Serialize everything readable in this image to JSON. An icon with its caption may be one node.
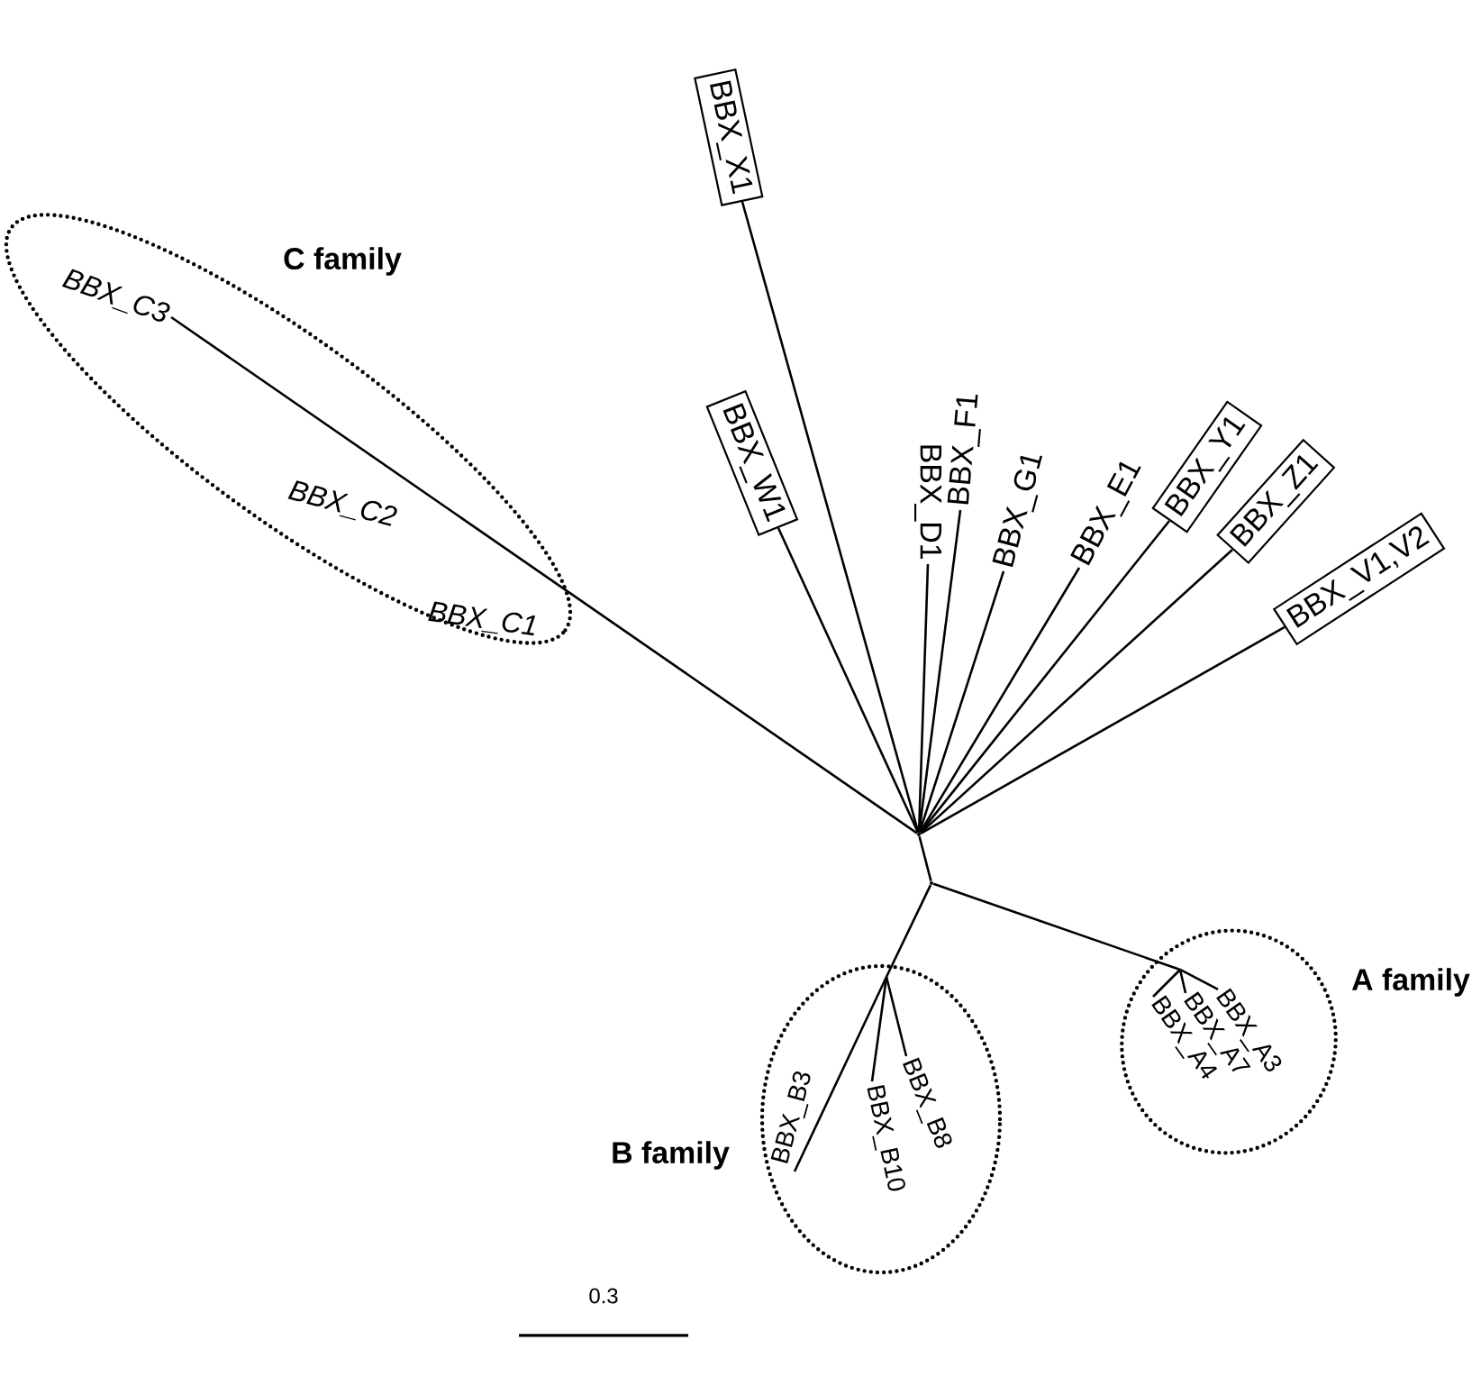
{
  "diagram": {
    "nodes": [
      {
        "text": [
          "C family"
        ]
      },
      {
        "text": [
          "BBX_C3"
        ],
        "in": 0
      },
      {
        "text": [
          "BBX_C2"
        ],
        "in": 0
      },
      {
        "text": [
          "BBX_C1"
        ],
        "in": 0
      },
      {
        "text": [
          "BBX_X1"
        ]
      },
      {
        "text": [
          "BBX_W1"
        ]
      },
      {
        "text": [
          "BBX_D1"
        ]
      },
      {
        "text": [
          "BBX_F1"
        ]
      },
      {
        "text": [
          "BBX_G1"
        ]
      },
      {
        "text": [
          "BBX_E1"
        ]
      },
      {
        "text": [
          "BBX_Y1"
        ]
      },
      {
        "text": [
          "BBX_Z1"
        ]
      },
      {
        "text": [
          "BBX_V1,V2"
        ]
      },
      {
        "text": [],
        "shape": "point"
      },
      {
        "text": [],
        "shape": "point"
      },
      {
        "text": [
          "A family"
        ]
      },
      {
        "text": [
          "BBX_A4"
        ],
        "in": 15
      },
      {
        "text": [
          "BBX_A7"
        ],
        "in": 15
      },
      {
        "text": [
          "BBX_A3"
        ],
        "in": 15
      },
      {
        "text": [
          "B family"
        ]
      },
      {
        "text": [
          "BBX_B3"
        ],
        "in": 19
      },
      {
        "text": [
          "BBX_B10"
        ],
        "in": 19
      },
      {
        "text": [
          "BBX_B8"
        ],
        "in": 19
      }
    ],
    "edges": [
      {
        "from": 13,
        "to": 1,
        "arrow": "none"
      },
      {
        "from": 13,
        "to": 4,
        "arrow": "none"
      },
      {
        "from": 13,
        "to": 5,
        "arrow": "none"
      },
      {
        "from": 13,
        "to": 6,
        "arrow": "none"
      },
      {
        "from": 13,
        "to": 7,
        "arrow": "none"
      },
      {
        "from": 13,
        "to": 8,
        "arrow": "none"
      },
      {
        "from": 13,
        "to": 9,
        "arrow": "none"
      },
      {
        "from": 13,
        "to": 10,
        "arrow": "none"
      },
      {
        "from": 13,
        "to": 11,
        "arrow": "none"
      },
      {
        "from": 13,
        "to": 12,
        "arrow": "none"
      },
      {
        "from": 13,
        "to": 14,
        "arrow": "none"
      },
      {
        "from": 14,
        "to": 16,
        "arrow": "none"
      },
      {
        "from": 14,
        "to": 17,
        "arrow": "none"
      },
      {
        "from": 14,
        "to": 18,
        "arrow": "none"
      },
      {
        "from": 14,
        "to": 20,
        "arrow": "none"
      },
      {
        "from": 14,
        "to": 21,
        "arrow": "none"
      },
      {
        "from": 14,
        "to": 22,
        "arrow": "none"
      }
    ],
    "labels": [
      "0.3"
    ]
  }
}
